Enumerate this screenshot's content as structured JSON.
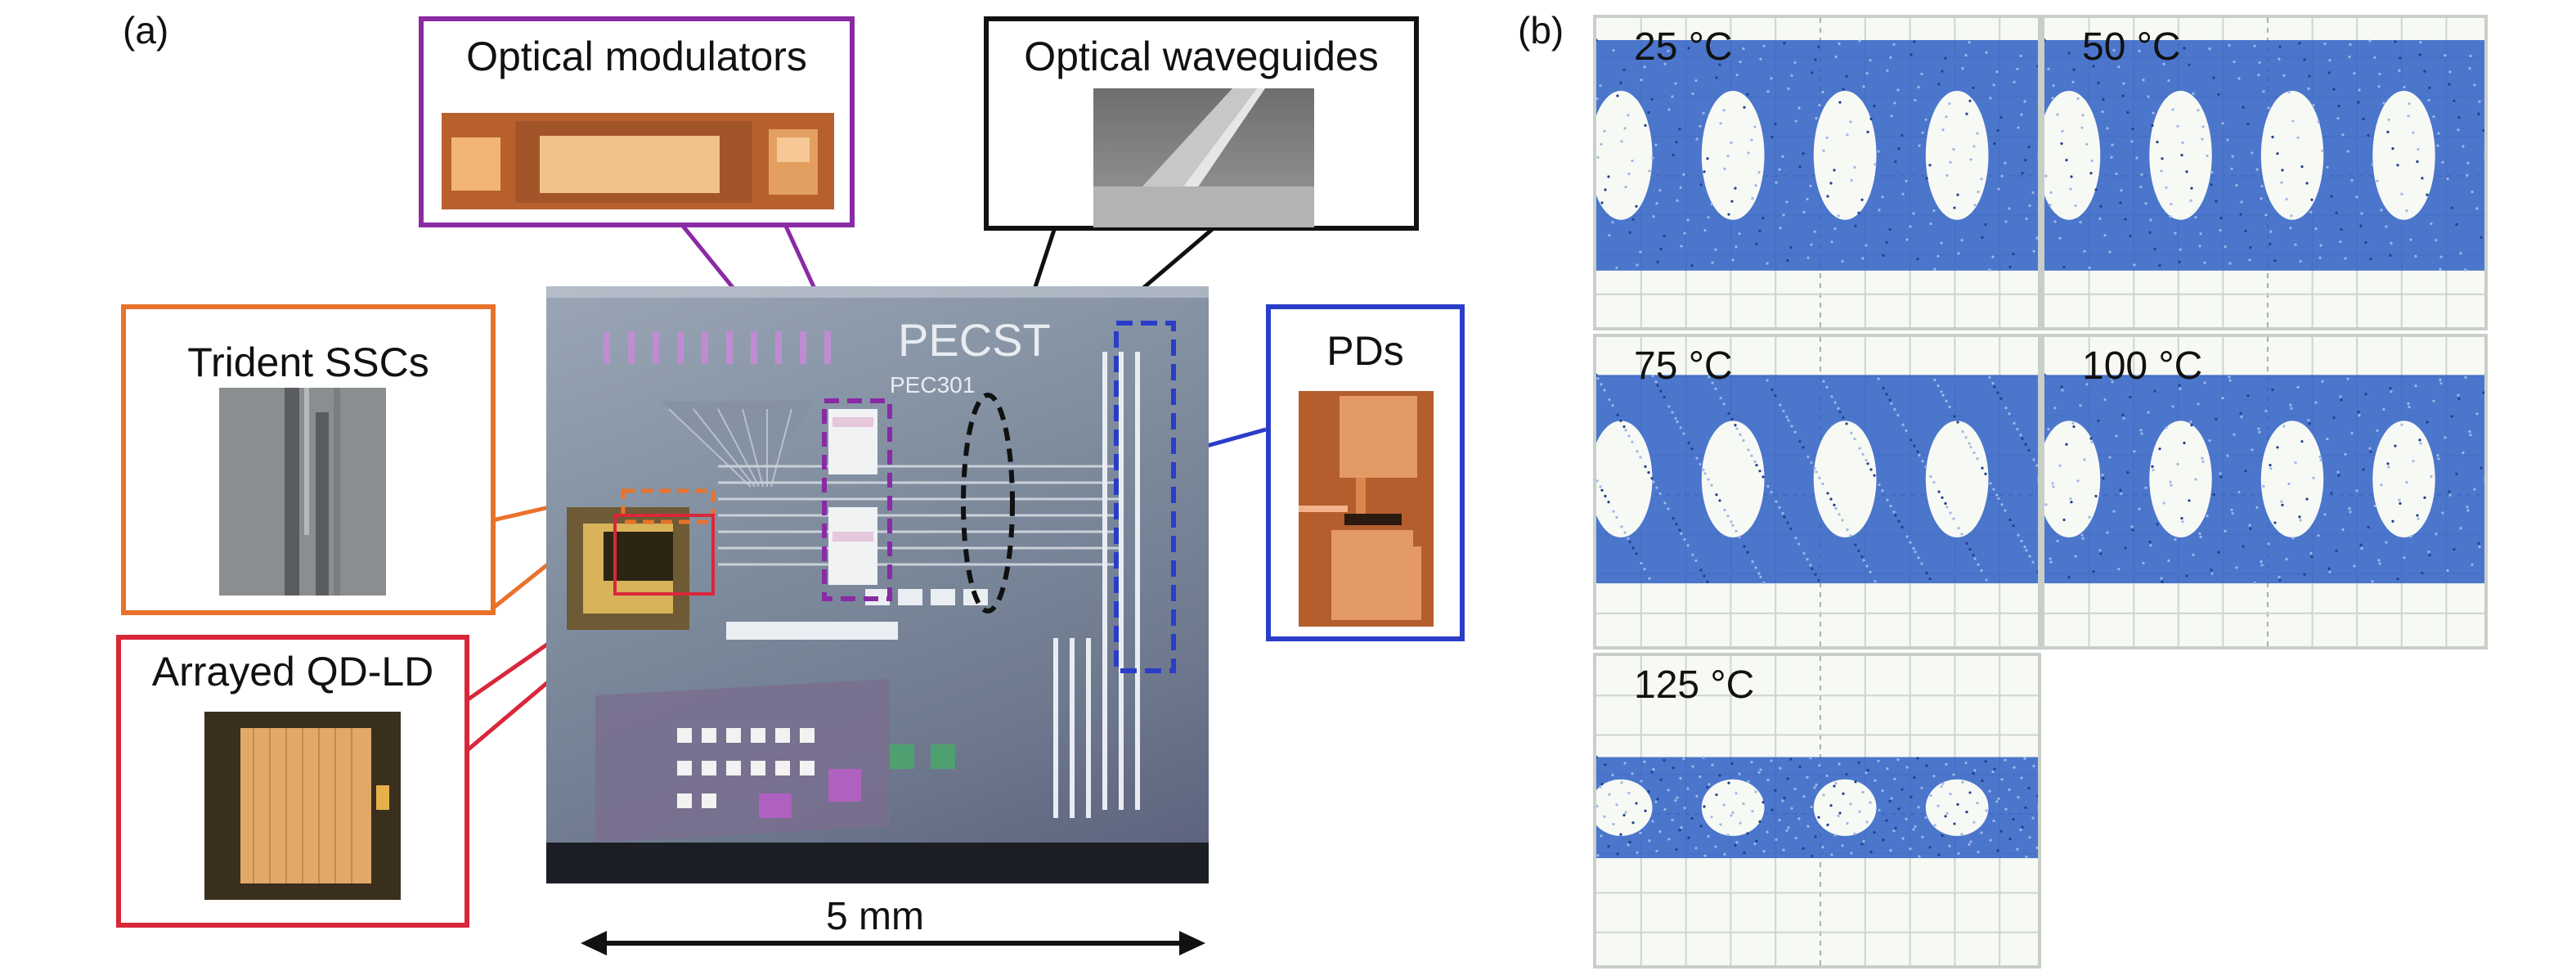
{
  "panel_a": {
    "label": "(a)",
    "callouts": {
      "modulators": "Optical modulators",
      "waveguides": "Optical waveguides",
      "ssc": "Trident SSCs",
      "pds": "PDs",
      "ld": "Arrayed QD-LD"
    },
    "chip_marking": {
      "logo": "PECST",
      "part": "PEC301"
    },
    "scale_bar": "5 mm",
    "colors": {
      "purple": "#8a2aa5",
      "black": "#111111",
      "orange": "#e9722b",
      "blue": "#2a3dc8",
      "red": "#d9273a"
    }
  },
  "panel_b": {
    "label": "(b)",
    "eye_diagrams": [
      {
        "temp": "25 °C"
      },
      {
        "temp": "50 °C"
      },
      {
        "temp": "75 °C"
      },
      {
        "temp": "100 °C"
      },
      {
        "temp": "125 °C"
      }
    ],
    "trace_color": "#2d5fc4"
  }
}
